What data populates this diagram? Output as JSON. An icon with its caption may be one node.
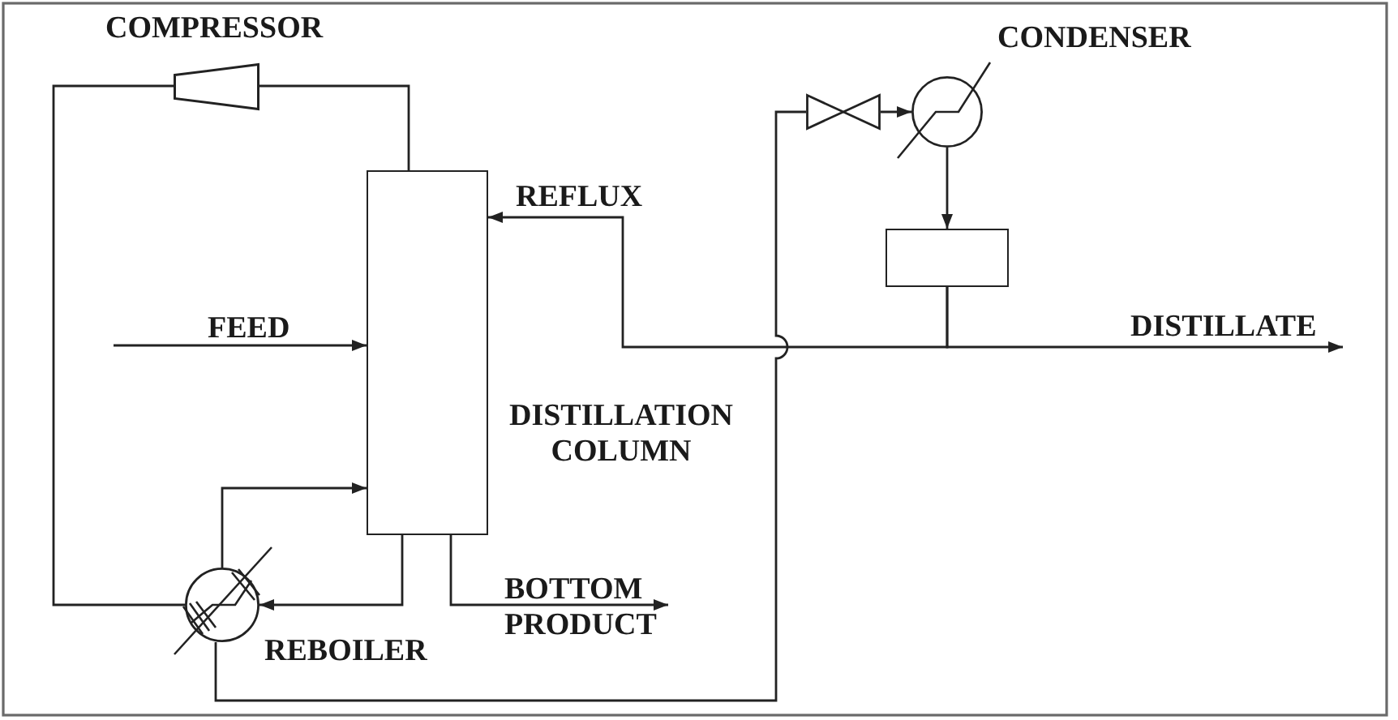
{
  "diagram": {
    "nodes": [
      {
        "text": [],
        "shape": "trapezoid",
        "beside": [
          "COMPRESSOR"
        ]
      },
      {
        "text": [],
        "shape": "bowtie"
      },
      {
        "text": [],
        "shape": "circle",
        "beside": [
          "CONDENSER"
        ]
      },
      {
        "text": [],
        "shape": "box",
        "beside": [
          "DISTILLATION COLUMN"
        ]
      },
      {
        "text": [],
        "shape": "box"
      },
      {
        "text": [],
        "shape": "circle",
        "beside": [
          "REBOILER"
        ]
      }
    ],
    "edges": [
      {
        "from": 3,
        "to": 0,
        "arrow": "none"
      },
      {
        "from": 0,
        "to": 5,
        "arrow": "none"
      },
      {
        "from": 5,
        "to": 1,
        "arrow": "none"
      },
      {
        "from": 1,
        "to": 2,
        "arrow": "to"
      },
      {
        "from": 2,
        "to": 4,
        "arrow": "to"
      },
      {
        "from": 4,
        "to": 3,
        "arrow": "to",
        "label": "REFLUX"
      },
      {
        "from": 4,
        "to": null,
        "arrow": "to",
        "label": "DISTILLATE"
      },
      {
        "from": null,
        "to": 3,
        "arrow": "to",
        "label": "FEED"
      },
      {
        "from": 5,
        "to": 3,
        "arrow": "to"
      },
      {
        "from": 3,
        "to": 5,
        "arrow": "to"
      },
      {
        "from": 3,
        "to": null,
        "arrow": "to",
        "label": "BOTTOM PRODUCT"
      }
    ]
  }
}
